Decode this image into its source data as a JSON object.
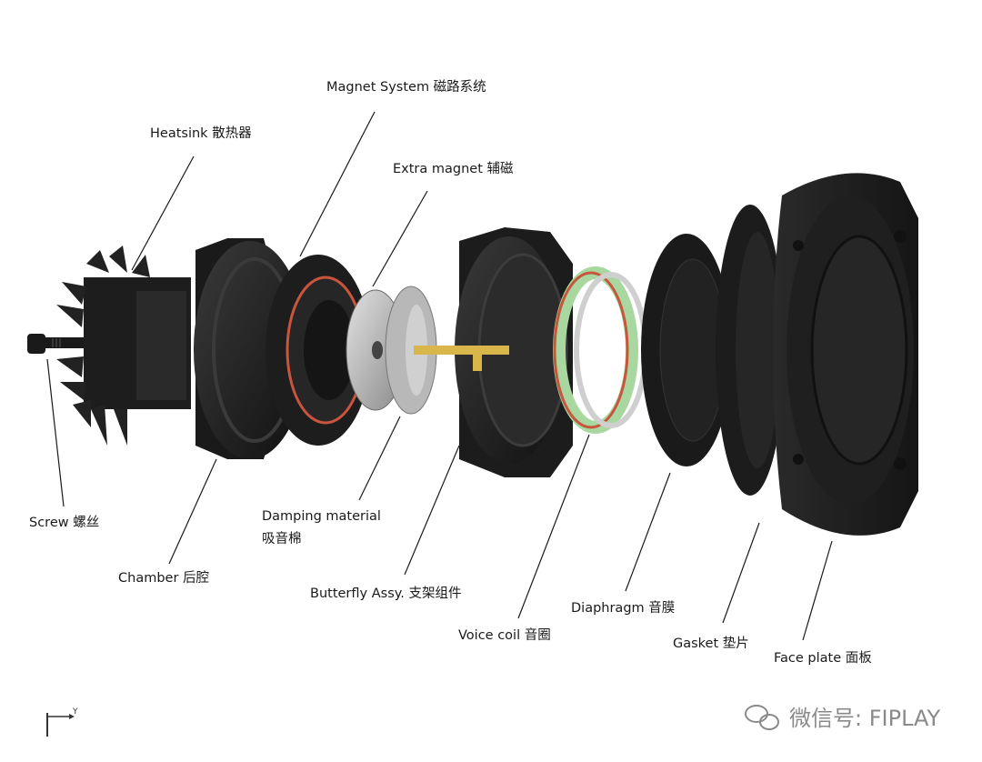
{
  "labels": {
    "magnet_system": "Magnet System 磁路系统",
    "heatsink": "Heatsink 散热器",
    "extra_magnet": "Extra magnet 辅磁",
    "screw": "Screw 螺丝",
    "chamber": "Chamber 后腔",
    "damping_line1": "Damping material",
    "damping_line2": "吸音棉",
    "butterfly": "Butterfly Assy. 支架组件",
    "voice_coil": "Voice coil 音圈",
    "diaphragm": "Diaphragm 音膜",
    "gasket": "Gasket 垫片",
    "face_plate": "Face plate 面板"
  },
  "watermark": "微信号: FIPLAY",
  "axis_label": "Y",
  "colors": {
    "part_dark": "#1c1c1c",
    "part_mid": "#2e2e2e",
    "copper_ring": "#c8553d",
    "voice_coil_green": "#a8d8a0",
    "butterfly_gold": "#d8b64a",
    "damping_gray": "#bdbdbd"
  }
}
